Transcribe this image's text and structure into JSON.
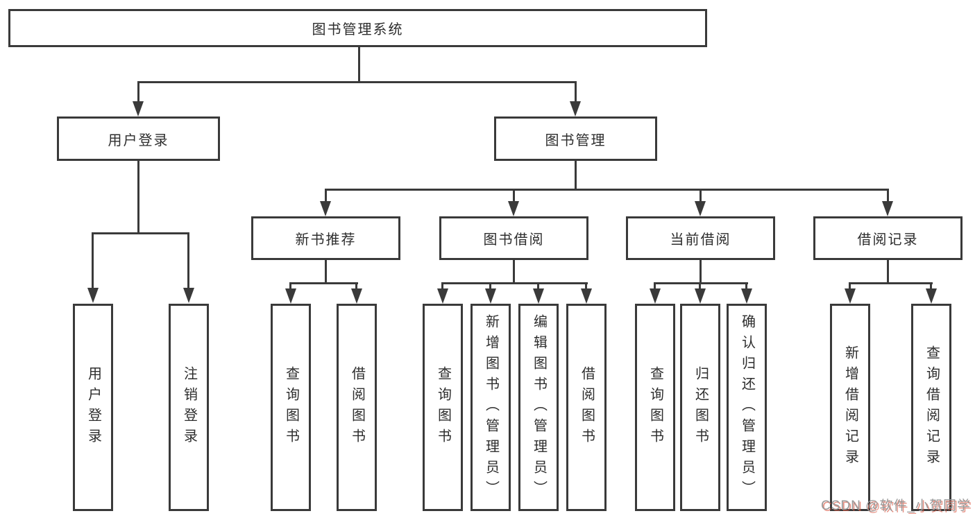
{
  "diagram": {
    "root": "图书管理系统",
    "user_login": {
      "label": "用户登录",
      "children": [
        "用户登录",
        "注销登录"
      ]
    },
    "book_management": {
      "label": "图书管理",
      "children": [
        {
          "label": "新书推荐",
          "children": [
            "查询图书",
            "借阅图书"
          ]
        },
        {
          "label": "图书借阅",
          "children": [
            "查询图书",
            "新增图书（管理员）",
            "编辑图书（管理员）",
            "借阅图书"
          ]
        },
        {
          "label": "当前借阅",
          "children": [
            "查询图书",
            "归还图书",
            "确认归还（管理员）"
          ]
        },
        {
          "label": "借阅记录",
          "children": [
            "新增借阅记录",
            "查询借阅记录"
          ]
        }
      ]
    }
  },
  "watermark": "CSDN @软件_小贺同学",
  "colors": {
    "line": "#3a3a3a",
    "text": "#2d2d2d",
    "background": "#ffffff",
    "watermark_gray": "#9a9a9a",
    "watermark_red": "#d85844"
  }
}
